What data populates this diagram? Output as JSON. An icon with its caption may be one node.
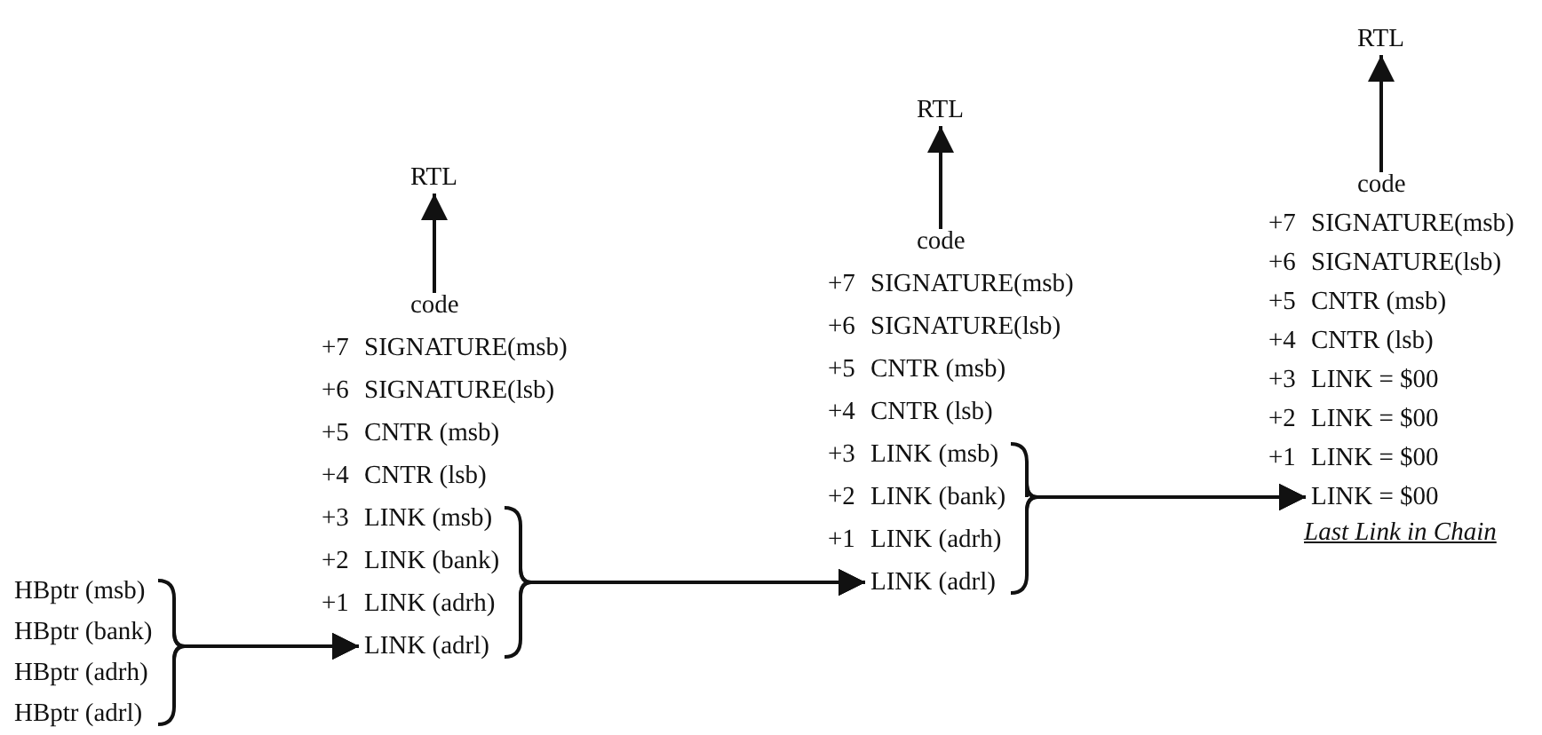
{
  "diagram": {
    "nodes": [
      {
        "text": [
          "HBptr (msb)"
        ]
      },
      {
        "text": [
          "HBptr (bank)"
        ]
      },
      {
        "text": [
          "HBptr (adrh)"
        ]
      },
      {
        "text": [
          "HBptr (adrl)"
        ]
      },
      {
        "text": [
          "RTL"
        ]
      },
      {
        "text": [
          "code"
        ]
      },
      {
        "text": [
          "+7",
          "SIGNATURE(msb)"
        ]
      },
      {
        "text": [
          "+6",
          "SIGNATURE(lsb)"
        ]
      },
      {
        "text": [
          "+5",
          "CNTR (msb)"
        ]
      },
      {
        "text": [
          "+4",
          "CNTR (lsb)"
        ]
      },
      {
        "text": [
          "+3",
          "LINK (msb)"
        ]
      },
      {
        "text": [
          "+2",
          "LINK (bank)"
        ]
      },
      {
        "text": [
          "+1",
          "LINK (adrh)"
        ]
      },
      {
        "text": [
          "LINK (adrl)"
        ]
      },
      {
        "text": [
          "RTL"
        ]
      },
      {
        "text": [
          "code"
        ]
      },
      {
        "text": [
          "+7",
          "SIGNATURE(msb)"
        ]
      },
      {
        "text": [
          "+6",
          "SIGNATURE(lsb)"
        ]
      },
      {
        "text": [
          "+5",
          "CNTR (msb)"
        ]
      },
      {
        "text": [
          "+4",
          "CNTR (lsb)"
        ]
      },
      {
        "text": [
          "+3",
          "LINK (msb)"
        ]
      },
      {
        "text": [
          "+2",
          "LINK (bank)"
        ]
      },
      {
        "text": [
          "+1",
          "LINK (adrh)"
        ]
      },
      {
        "text": [
          "LINK (adrl)"
        ]
      },
      {
        "text": [
          "RTL"
        ]
      },
      {
        "text": [
          "code"
        ]
      },
      {
        "text": [
          "+7",
          "SIGNATURE(msb)"
        ]
      },
      {
        "text": [
          "+6",
          "SIGNATURE(lsb)"
        ]
      },
      {
        "text": [
          "+5",
          "CNTR (msb)"
        ]
      },
      {
        "text": [
          "+4",
          "CNTR (lsb)"
        ]
      },
      {
        "text": [
          "+3",
          "LINK = $00"
        ]
      },
      {
        "text": [
          "+2",
          "LINK = $00"
        ]
      },
      {
        "text": [
          "+1",
          "LINK = $00"
        ]
      },
      {
        "text": [
          "LINK = $00"
        ],
        "beside": [
          "Last Link in Chain"
        ]
      }
    ],
    "edges": [
      {
        "from": 0,
        "to": 13,
        "arrow": "to"
      },
      {
        "from": 1,
        "to": 13,
        "arrow": "to"
      },
      {
        "from": 2,
        "to": 13,
        "arrow": "to"
      },
      {
        "from": 3,
        "to": 13,
        "arrow": "to"
      },
      {
        "from": 5,
        "to": 4,
        "arrow": "to"
      },
      {
        "from": 10,
        "to": 23,
        "arrow": "to"
      },
      {
        "from": 11,
        "to": 23,
        "arrow": "to"
      },
      {
        "from": 12,
        "to": 23,
        "arrow": "to"
      },
      {
        "from": 13,
        "to": 23,
        "arrow": "to"
      },
      {
        "from": 15,
        "to": 14,
        "arrow": "to"
      },
      {
        "from": 20,
        "to": 33,
        "arrow": "to"
      },
      {
        "from": 21,
        "to": 33,
        "arrow": "to"
      },
      {
        "from": 22,
        "to": 33,
        "arrow": "to"
      },
      {
        "from": 23,
        "to": 33,
        "arrow": "to"
      },
      {
        "from": 25,
        "to": 24,
        "arrow": "to"
      }
    ]
  }
}
